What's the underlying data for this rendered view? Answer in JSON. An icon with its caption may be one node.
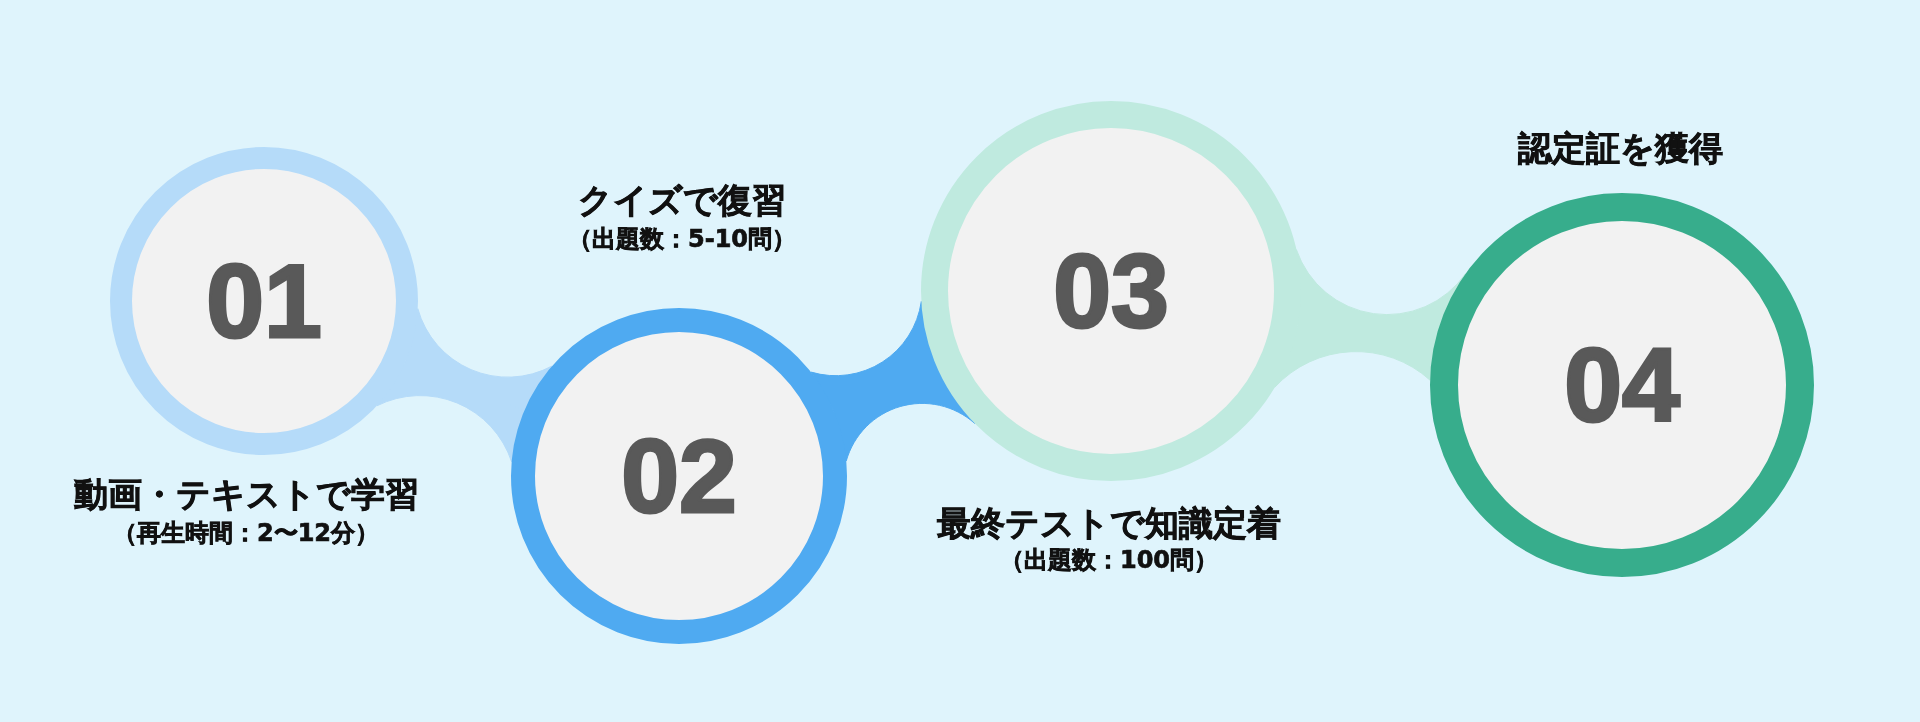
{
  "diagram": {
    "nodes": [
      {
        "text": [
          "01"
        ],
        "beside": [
          "動画・テキストで学習",
          "（再生時間：2〜12分）"
        ]
      },
      {
        "text": [
          "02"
        ],
        "beside": [
          "クイズで復習",
          "（出題数：5-10問）"
        ]
      },
      {
        "text": [
          "03"
        ],
        "beside": [
          "最終テストで知識定着",
          "（出題数：100問）"
        ]
      },
      {
        "text": [
          "04"
        ],
        "beside": [
          "認定証を獲得"
        ]
      }
    ],
    "edges": [
      {
        "from": 0,
        "to": 1,
        "arrow": "none",
        "color": "#b5dbf9"
      },
      {
        "from": 1,
        "to": 2,
        "arrow": "none",
        "color": "#4faaf1"
      },
      {
        "from": 2,
        "to": 3,
        "arrow": "none",
        "color": "#bfeadf"
      }
    ]
  }
}
